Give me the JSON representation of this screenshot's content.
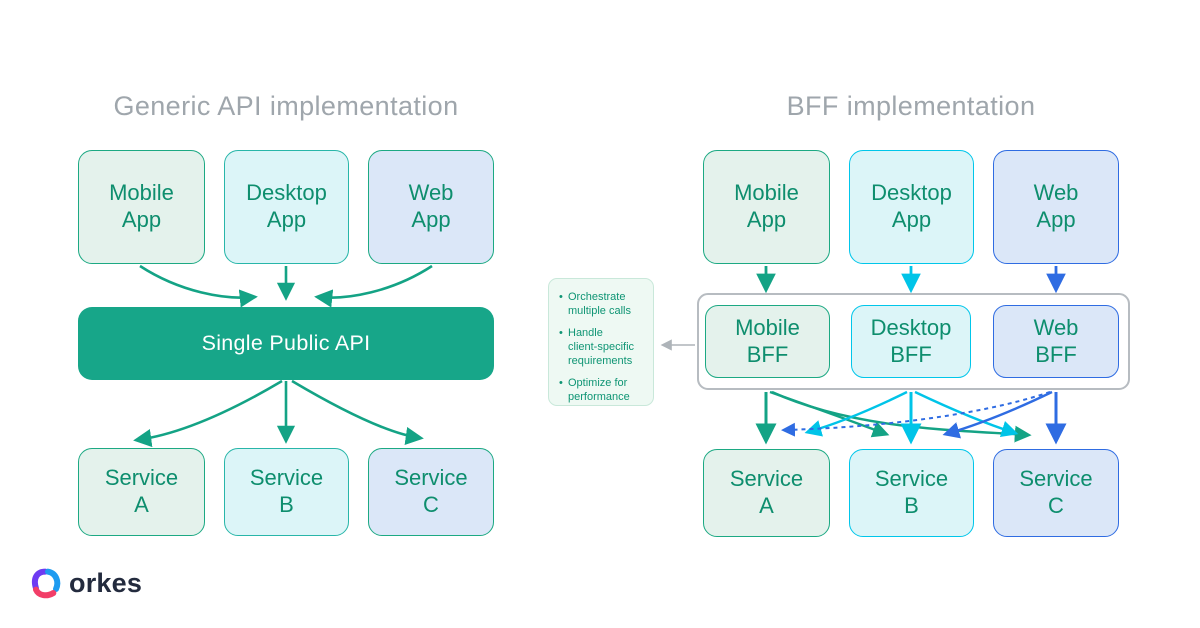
{
  "colors": {
    "green": "#14A385",
    "teal": "#28B6A9",
    "cyan": "#00C4E8",
    "blue": "#2F6CE2",
    "gray_arrow": "#AEB4B9",
    "title_gray": "#9FA6AC",
    "text_green": "#0E8E6E",
    "api_fill": "#17A689",
    "logo_purple": "#6E3BF2",
    "logo_blue": "#1E9BF0",
    "logo_pink": "#F23E68"
  },
  "left": {
    "title": "Generic API implementation",
    "apps": [
      "Mobile\nApp",
      "Desktop\nApp",
      "Web\nApp"
    ],
    "api": "Single Public API",
    "services": [
      "Service\nA",
      "Service\nB",
      "Service\nC"
    ]
  },
  "right": {
    "title": "BFF implementation",
    "apps": [
      "Mobile\nApp",
      "Desktop\nApp",
      "Web\nApp"
    ],
    "bffs": [
      "Mobile\nBFF",
      "Desktop\nBFF",
      "Web\nBFF"
    ],
    "services": [
      "Service\nA",
      "Service\nB",
      "Service\nC"
    ]
  },
  "annotation": {
    "items": [
      "Orchestrate\nmultiple calls",
      "Handle\nclient-specific\nrequirements",
      "Optimize for\nperformance"
    ]
  },
  "logo": {
    "text": "orkes"
  }
}
